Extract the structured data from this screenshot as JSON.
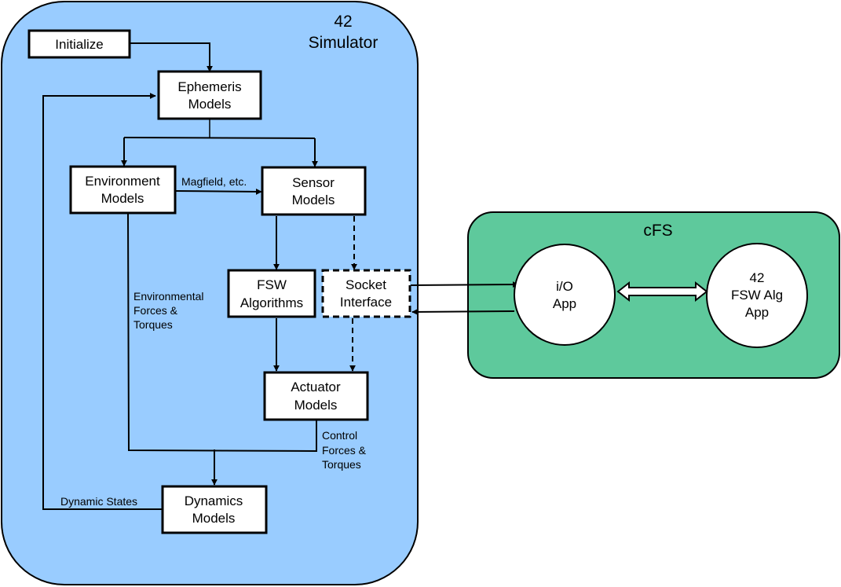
{
  "colors": {
    "simulator_fill": "#99ccff",
    "cfs_fill": "#5ec99c",
    "box_fill": "#ffffff",
    "stroke": "#000000"
  },
  "simulator": {
    "title_line1": "42",
    "title_line2": "Simulator"
  },
  "cfs": {
    "title": "cFS"
  },
  "boxes": {
    "initialize": [
      "Initialize"
    ],
    "ephemeris": [
      "Ephemeris",
      "Models"
    ],
    "environment": [
      "Environment",
      "Models"
    ],
    "sensor": [
      "Sensor",
      "Models"
    ],
    "fsw": [
      "FSW",
      "Algorithms"
    ],
    "socket": [
      "Socket",
      "Interface"
    ],
    "actuator": [
      "Actuator",
      "Models"
    ],
    "dynamics": [
      "Dynamics",
      "Models"
    ]
  },
  "circles": {
    "io_app": [
      "i/O",
      "App"
    ],
    "fsw_alg_app": [
      "42",
      "FSW Alg",
      "App"
    ]
  },
  "edge_labels": {
    "magfield": "Magfield, etc.",
    "env_forces": [
      "Environmental",
      "Forces &",
      "Torques"
    ],
    "control_forces": [
      "Control",
      "Forces &",
      "Torques"
    ],
    "dynamic_states": "Dynamic States"
  }
}
